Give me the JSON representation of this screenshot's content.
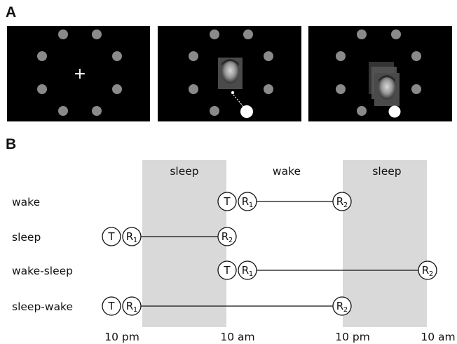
{
  "panel_a": {
    "letter": "A",
    "screens": [
      {
        "content": "fixation",
        "fixation_glyph": "+"
      },
      {
        "content": "face-with-probe"
      },
      {
        "content": "face-stack-with-probe"
      }
    ],
    "colors": {
      "screen_bg": "#000000",
      "dot": "#8a8a8a",
      "probe": "#ffffff"
    }
  },
  "panel_b": {
    "letter": "B",
    "band_labels": [
      "sleep",
      "wake",
      "sleep"
    ],
    "time_ticks": [
      "10 pm",
      "10 am",
      "10 pm",
      "10 am"
    ],
    "conditions": [
      {
        "label": "wake",
        "nodes": [
          {
            "letter": "T",
            "sub": "",
            "tick": 1,
            "dx": -1
          },
          {
            "letter": "R",
            "sub": "1",
            "tick": 1,
            "dx": 0
          },
          {
            "letter": "R",
            "sub": "2",
            "tick": 2,
            "dx": -1
          }
        ]
      },
      {
        "label": "sleep",
        "nodes": [
          {
            "letter": "T",
            "sub": "",
            "tick": 0,
            "dx": -1
          },
          {
            "letter": "R",
            "sub": "1",
            "tick": 0,
            "dx": 0
          },
          {
            "letter": "R",
            "sub": "2",
            "tick": 1,
            "dx": -1
          }
        ]
      },
      {
        "label": "wake-sleep",
        "nodes": [
          {
            "letter": "T",
            "sub": "",
            "tick": 1,
            "dx": -1
          },
          {
            "letter": "R",
            "sub": "1",
            "tick": 1,
            "dx": 0
          },
          {
            "letter": "R",
            "sub": "2",
            "tick": 3,
            "dx": -1
          }
        ]
      },
      {
        "label": "sleep-wake",
        "nodes": [
          {
            "letter": "T",
            "sub": "",
            "tick": 0,
            "dx": -1
          },
          {
            "letter": "R",
            "sub": "1",
            "tick": 0,
            "dx": 0
          },
          {
            "letter": "R",
            "sub": "2",
            "tick": 2,
            "dx": -1
          }
        ]
      }
    ],
    "colors": {
      "sleep_band": "#d9d9d9",
      "line": "#111111"
    }
  }
}
